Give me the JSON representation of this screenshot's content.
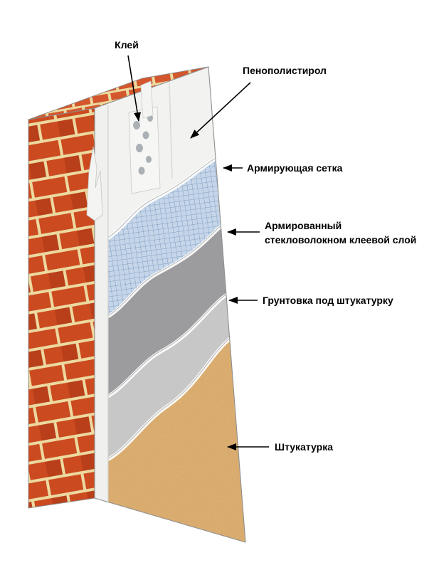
{
  "page": {
    "background": "#ffffff"
  },
  "diagram": {
    "labels": {
      "glue": "Клей",
      "polystyrene": "Пенополистирол",
      "mesh": "Армирующая сетка",
      "reinforced_line1": "Армированный",
      "reinforced_line2": "стекловолокном клеевой слой",
      "primer": "Грунтовка под штукатурку",
      "plaster": "Штукатурка"
    },
    "colors": {
      "brick": "#cc4a20",
      "brick_dark": "#b83f1a",
      "brick_top": "#d4562c",
      "mortar": "#ecd9a0",
      "foam": "#f2f2f0",
      "mesh_bg": "#c6d6e8",
      "mesh_line": "#7e9fc8",
      "glue_layer": "#9c9c9e",
      "primer_layer": "#c7c7c7",
      "plaster": "#e2b276",
      "glue_dab": "#aab0b4",
      "arrow": "#000000"
    }
  }
}
